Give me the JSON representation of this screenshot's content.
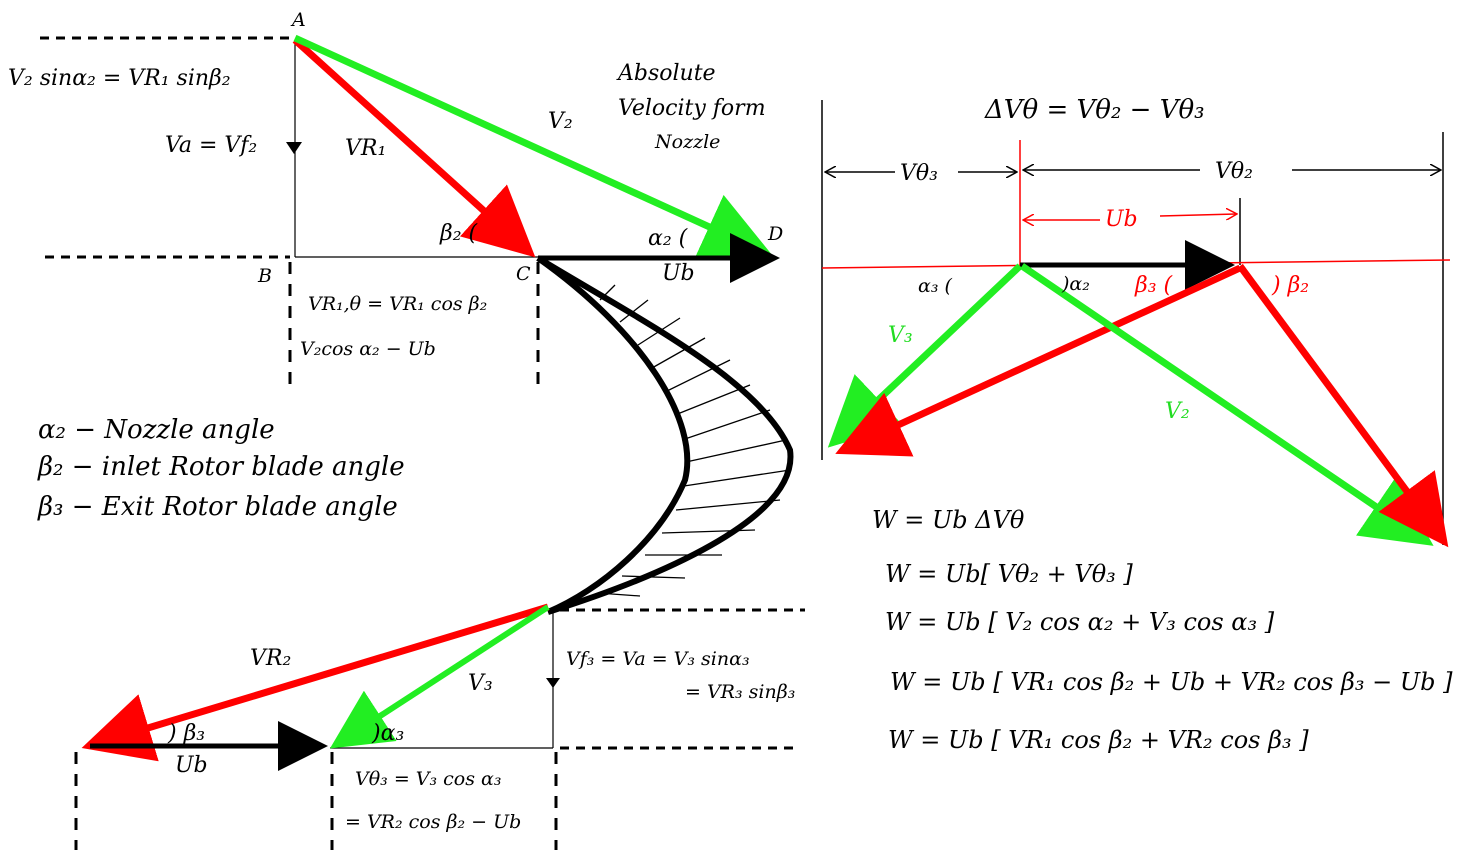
{
  "colors": {
    "red": "#ff0000",
    "green": "#22ee22",
    "black": "#000000"
  },
  "inlet": {
    "point_a": "A",
    "point_b": "B",
    "point_c": "C",
    "point_d": "D",
    "eq_top": "V₂ sinα₂ = VR₁ sinβ₂",
    "va_label": "Va = Vf₂",
    "vr1_label": "VR₁",
    "v2_label": "V₂",
    "beta2_label": "β₂ (",
    "alpha2_label": "α₂ (",
    "ub_label": "Ub",
    "comp_line1": "VR₁,θ = VR₁ cos β₂",
    "comp_line2": "V₂cos α₂ − Ub"
  },
  "note": {
    "line1": "Absolute",
    "line2": "Velocity form",
    "line3": "Nozzle"
  },
  "legend": {
    "items": [
      "α₂ − Nozzle angle",
      "β₂ − inlet Rotor blade angle",
      "β₃ − Exit Rotor blade angle"
    ]
  },
  "outlet": {
    "vr2_label": "VR₂",
    "v3_label": "V₃",
    "beta3_label": ") β₃",
    "alpha3_label": ")α₃",
    "ub_label": "Ub",
    "vf3_line1": "Vf₃ = Va = V₃ sinα₃",
    "vf3_line2": "= VR₃ sinβ₃",
    "comp_line1": "Vθ₃ = V₃ cos α₃",
    "comp_line2": "= VR₂ cos β₂ − Ub"
  },
  "combined": {
    "title": "ΔVθ = Vθ₂ − Vθ₃",
    "vtheta3_label": "Vθ₃",
    "vtheta2_label": "Vθ₂",
    "ub_label": "Ub",
    "alpha3_label": "α₃ (",
    "alpha2_label": ")α₂",
    "beta3_label": "β₃ (",
    "beta2_label": ") β₂",
    "v3_label": "V₃",
    "v2_label": "V₂"
  },
  "equations": [
    "W = Ub ΔVθ",
    "W = Ub[ Vθ₂ + Vθ₃ ]",
    "W = Ub [ V₂ cos α₂ + V₃ cos α₃ ]",
    "W = Ub [ VR₁ cos β₂ + Ub + VR₂ cos β₃ − Ub ]",
    "W = Ub [ VR₁ cos β₂ + VR₂ cos β₃ ]"
  ]
}
